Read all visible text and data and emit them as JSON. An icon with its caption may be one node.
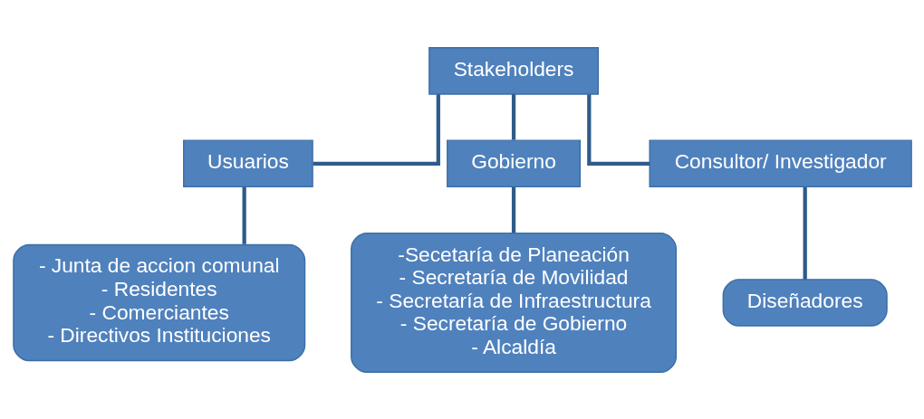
{
  "diagram": {
    "nodes": [
      {
        "text": [
          "Stakeholders"
        ]
      },
      {
        "text": [
          "Usuarios"
        ]
      },
      {
        "text": [
          "Gobierno"
        ]
      },
      {
        "text": [
          "Consultor/ Investigador"
        ]
      },
      {
        "text": [
          "- Junta de accion comunal",
          "- Residentes",
          "- Comerciantes",
          "- Directivos Instituciones"
        ]
      },
      {
        "text": [
          "-Secetaría de Planeación",
          "- Secretaría de Movilidad",
          "- Secretaría de Infraestructura",
          "- Secretaría de Gobierno",
          "- Alcaldía"
        ]
      },
      {
        "text": [
          "Diseñadores"
        ]
      }
    ],
    "edges": [
      {
        "from": 0,
        "to": 1,
        "arrow": "none"
      },
      {
        "from": 0,
        "to": 2,
        "arrow": "none"
      },
      {
        "from": 0,
        "to": 3,
        "arrow": "none"
      },
      {
        "from": 1,
        "to": 4,
        "arrow": "none"
      },
      {
        "from": 2,
        "to": 5,
        "arrow": "none"
      },
      {
        "from": 3,
        "to": 6,
        "arrow": "none"
      }
    ]
  }
}
